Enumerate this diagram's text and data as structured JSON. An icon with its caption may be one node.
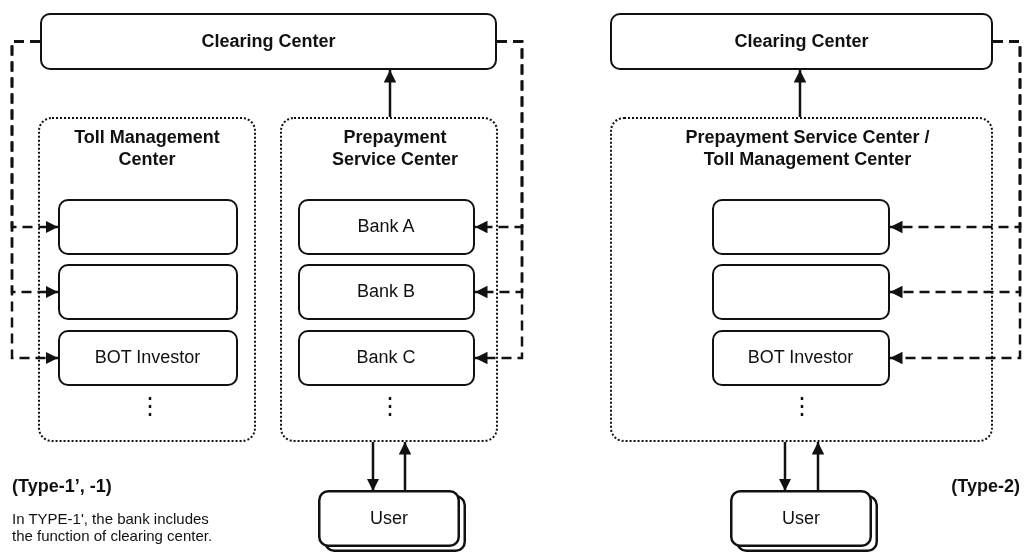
{
  "diagram": {
    "nodes": [
      {
        "text": [
          "Clearing Center"
        ]
      },
      {
        "text": [
          "Toll Management Center"
        ]
      },
      {
        "text": [],
        "shape": "box",
        "in": 1
      },
      {
        "text": [],
        "shape": "box",
        "in": 1
      },
      {
        "text": [
          "BOT Investor"
        ],
        "in": 1
      },
      {
        "text": [
          "Prepayment Service Center"
        ]
      },
      {
        "text": [
          "Bank A"
        ],
        "in": 5
      },
      {
        "text": [
          "Bank B"
        ],
        "in": 5
      },
      {
        "text": [
          "Bank C"
        ],
        "in": 5
      },
      {
        "text": [
          "User"
        ]
      },
      {
        "text": [
          "Clearing Center"
        ]
      },
      {
        "text": [
          "Prepayment Service Center / Toll Management Center"
        ]
      },
      {
        "text": [],
        "shape": "box",
        "in": 11
      },
      {
        "text": [],
        "shape": "box",
        "in": 11
      },
      {
        "text": [
          "BOT Investor"
        ],
        "in": 11
      },
      {
        "text": [
          "User"
        ]
      }
    ],
    "edges": [
      {
        "from": 0,
        "to": 2,
        "arrow": "to",
        "style": "dashed"
      },
      {
        "from": 0,
        "to": 3,
        "arrow": "to",
        "style": "dashed"
      },
      {
        "from": 0,
        "to": 4,
        "arrow": "to",
        "style": "dashed"
      },
      {
        "from": 0,
        "to": 6,
        "arrow": "to",
        "style": "dashed"
      },
      {
        "from": 0,
        "to": 7,
        "arrow": "to",
        "style": "dashed"
      },
      {
        "from": 0,
        "to": 8,
        "arrow": "to",
        "style": "dashed"
      },
      {
        "from": 5,
        "to": 0,
        "arrow": "to"
      },
      {
        "from": 5,
        "to": 9,
        "arrow": "to"
      },
      {
        "from": 9,
        "to": 5,
        "arrow": "to"
      },
      {
        "from": 10,
        "to": 12,
        "arrow": "to",
        "style": "dashed"
      },
      {
        "from": 10,
        "to": 13,
        "arrow": "to",
        "style": "dashed"
      },
      {
        "from": 10,
        "to": 14,
        "arrow": "to",
        "style": "dashed"
      },
      {
        "from": 11,
        "to": 10,
        "arrow": "to"
      },
      {
        "from": 11,
        "to": 15,
        "arrow": "to"
      },
      {
        "from": 15,
        "to": 11,
        "arrow": "to"
      }
    ],
    "labels": [
      "⋮",
      "⋮",
      "(Type-1’, -1)",
      "In TYPE-1', the bank includes the function of clearing center.",
      "⋮",
      "(Type-2)"
    ]
  }
}
